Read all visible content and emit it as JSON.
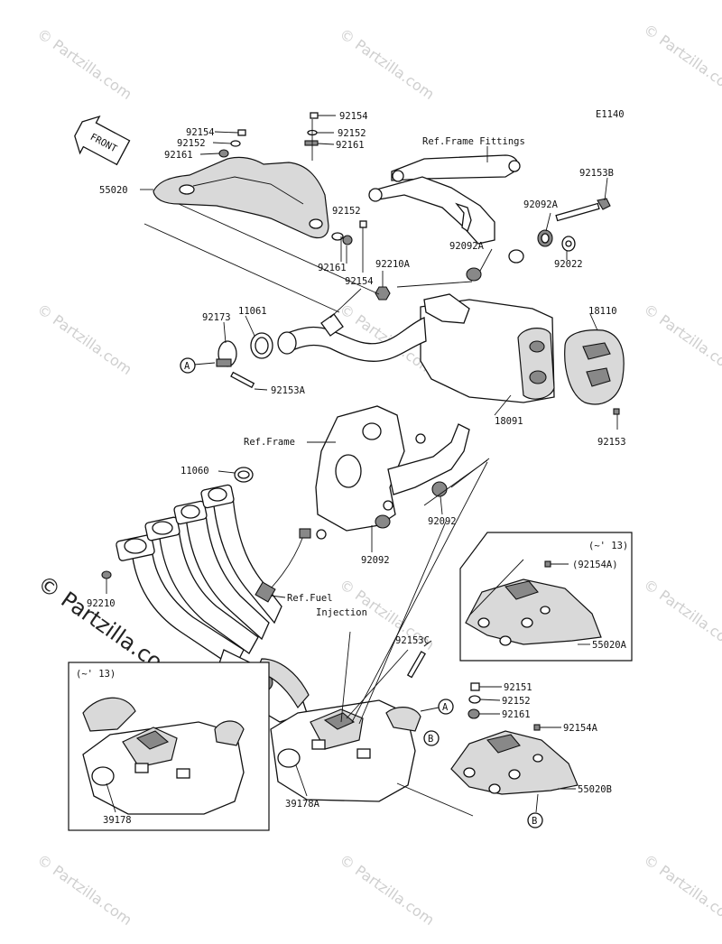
{
  "diagram_code": "E1140",
  "front_label": "FRONT",
  "watermark": "© Partzilla.com",
  "watermark_large": "© Partzilla.com",
  "labels": {
    "p92154_top_left": "92154",
    "p92152_top_left": "92152",
    "p92161_top_left": "92161",
    "p55020": "55020",
    "p92154_top_mid": "92154",
    "p92152_top_mid": "92152",
    "p92161_top_mid": "92161",
    "p92152_mid": "92152",
    "p92161_mid": "92161",
    "p92154_mid": "92154",
    "p92210A": "92210A",
    "ref_frame_fittings": "Ref.Frame Fittings",
    "p92153B": "92153B",
    "p92092A_right": "92092A",
    "p92022": "92022",
    "p92092A_left": "92092A",
    "p92173": "92173",
    "p11061": "11061",
    "p92153A": "92153A",
    "p18110": "18110",
    "p18091": "18091",
    "p92153": "92153",
    "ref_frame": "Ref.Frame",
    "p11060": "11060",
    "p92092_right": "92092",
    "p92092_left": "92092",
    "p92210": "92210",
    "ref_fuel_line1": "Ref.Fuel",
    "ref_fuel_line2": "Injection",
    "p92153C": "92153C",
    "p92151": "92151",
    "p92152_low": "92152",
    "p92161_low": "92161",
    "p92154A": "92154A",
    "p55020B": "55020B",
    "p39178A": "39178A",
    "p39178": "39178",
    "inset_right_note": "(~' 13)",
    "inset_right_part": "(92154A)",
    "p55020A": "55020A",
    "inset_left_note": "(~' 13)",
    "callout_A": "A",
    "callout_B": "B"
  }
}
